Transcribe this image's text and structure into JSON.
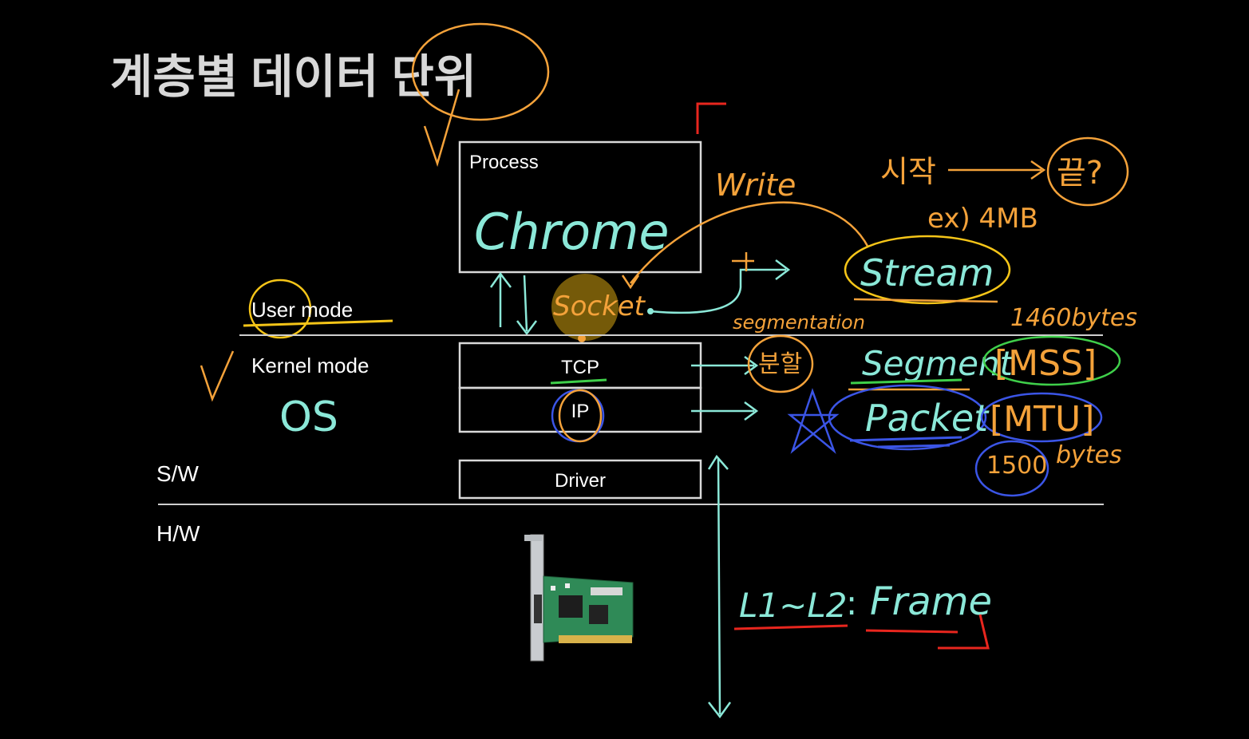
{
  "title": "계층별 데이터 단위",
  "layers": {
    "process": "Process",
    "tcp": "TCP",
    "ip": "IP",
    "driver": "Driver"
  },
  "side_labels": {
    "user_mode": "User mode",
    "kernel_mode": "Kernel mode",
    "sw": "S/W",
    "hw": "H/W"
  },
  "handwritten": {
    "chrome": "Chrome",
    "os": "OS",
    "socket": "Socket",
    "write": "Write",
    "start": "시작",
    "end": "끝?",
    "example_size": "ex) 4MB",
    "stream": "Stream",
    "segmentation": "segmentation",
    "split": "분할",
    "bytes_1460": "1460bytes",
    "segment": "Segment",
    "mss": "[MSS]",
    "packet": "Packet",
    "mtu": "[MTU]",
    "bytes_1500_num": "1500",
    "bytes_1500_unit": "bytes",
    "l1l2": "L1~L2",
    "colon": ":",
    "frame": "Frame"
  },
  "colors": {
    "orange": "#f4a23a",
    "cyan": "#8be8d8",
    "green": "#3fcf4a",
    "blue": "#3b55e6",
    "red": "#e8261e",
    "yellow": "#f5c518",
    "box_border": "#d9d9d9",
    "line": "#cfcfcf"
  }
}
